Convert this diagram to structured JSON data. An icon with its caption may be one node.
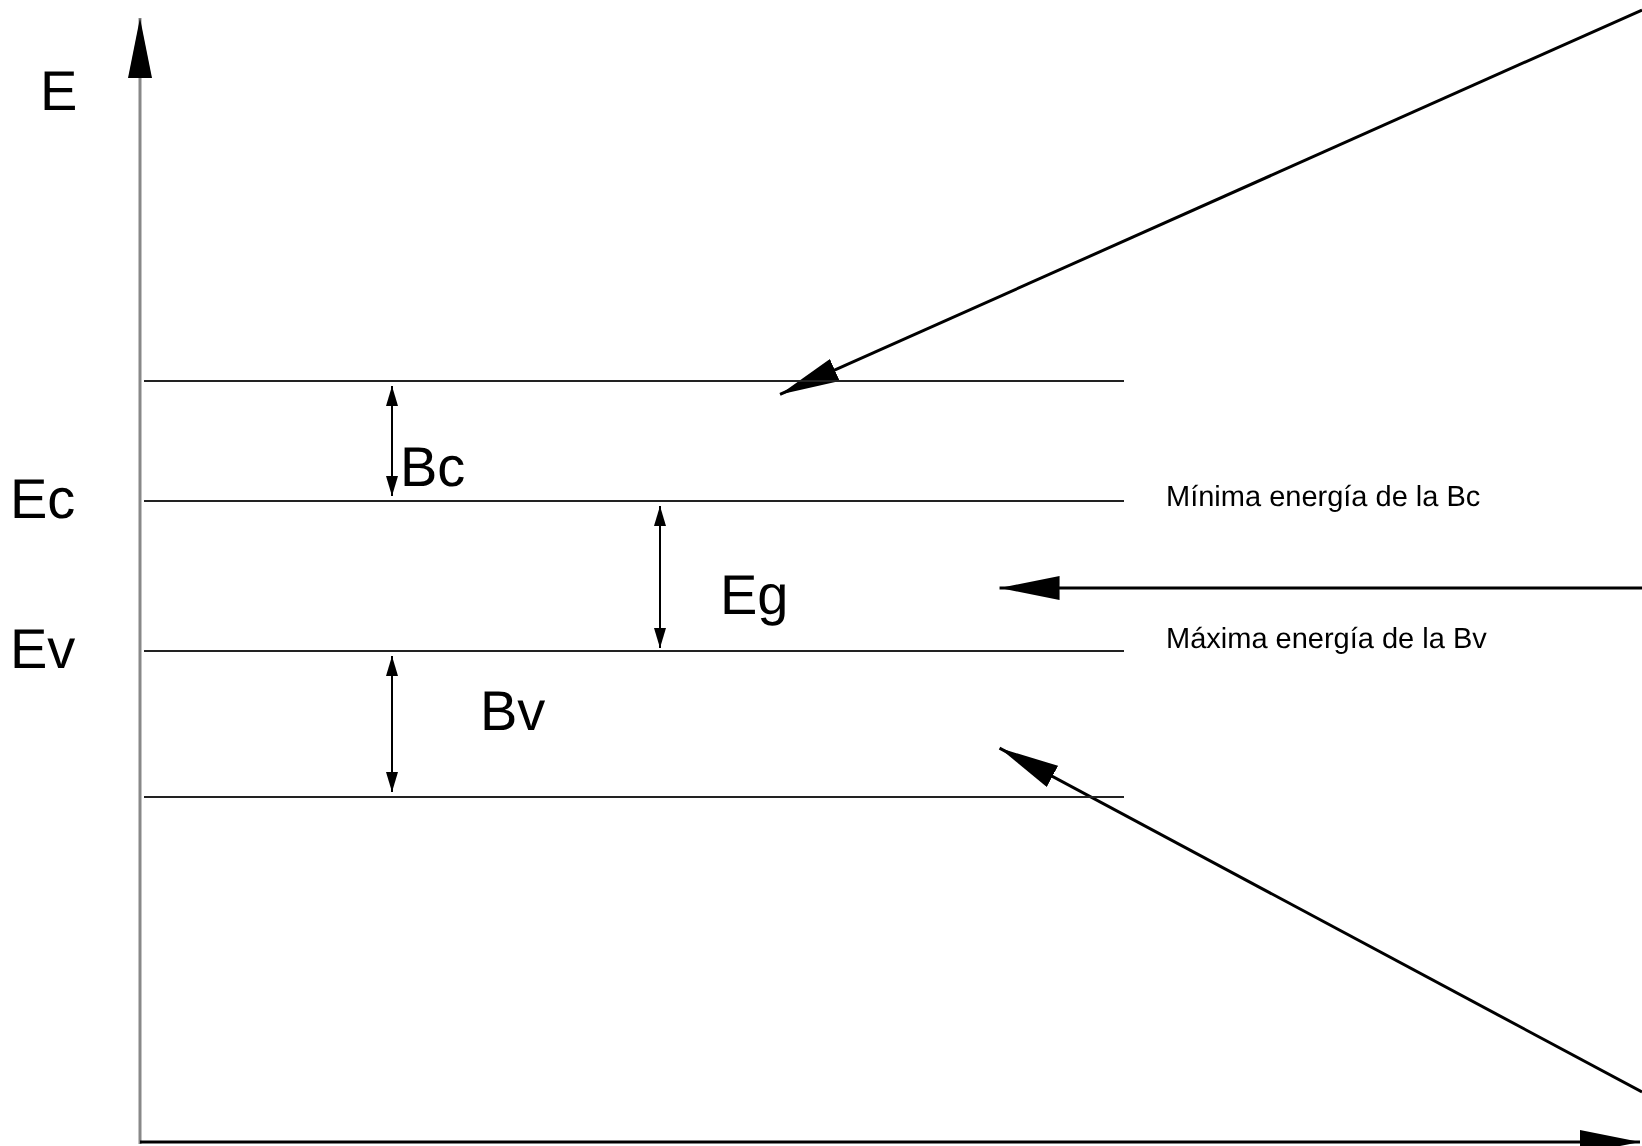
{
  "diagram": {
    "nodes": [
      {
        "text": [
          "Bc"
        ]
      },
      {
        "text": [
          "Eg"
        ]
      },
      {
        "text": [
          "Bv"
        ]
      }
    ],
    "edges": [
      {
        "from": null,
        "to": 0,
        "arrow": "to"
      },
      {
        "from": null,
        "to": 1,
        "arrow": "to"
      },
      {
        "from": null,
        "to": 2,
        "arrow": "to"
      }
    ],
    "labels": [
      "E",
      "Ec",
      "Mínima energía de la Bc",
      "Ev",
      "Máxima energía de la Bv"
    ]
  }
}
